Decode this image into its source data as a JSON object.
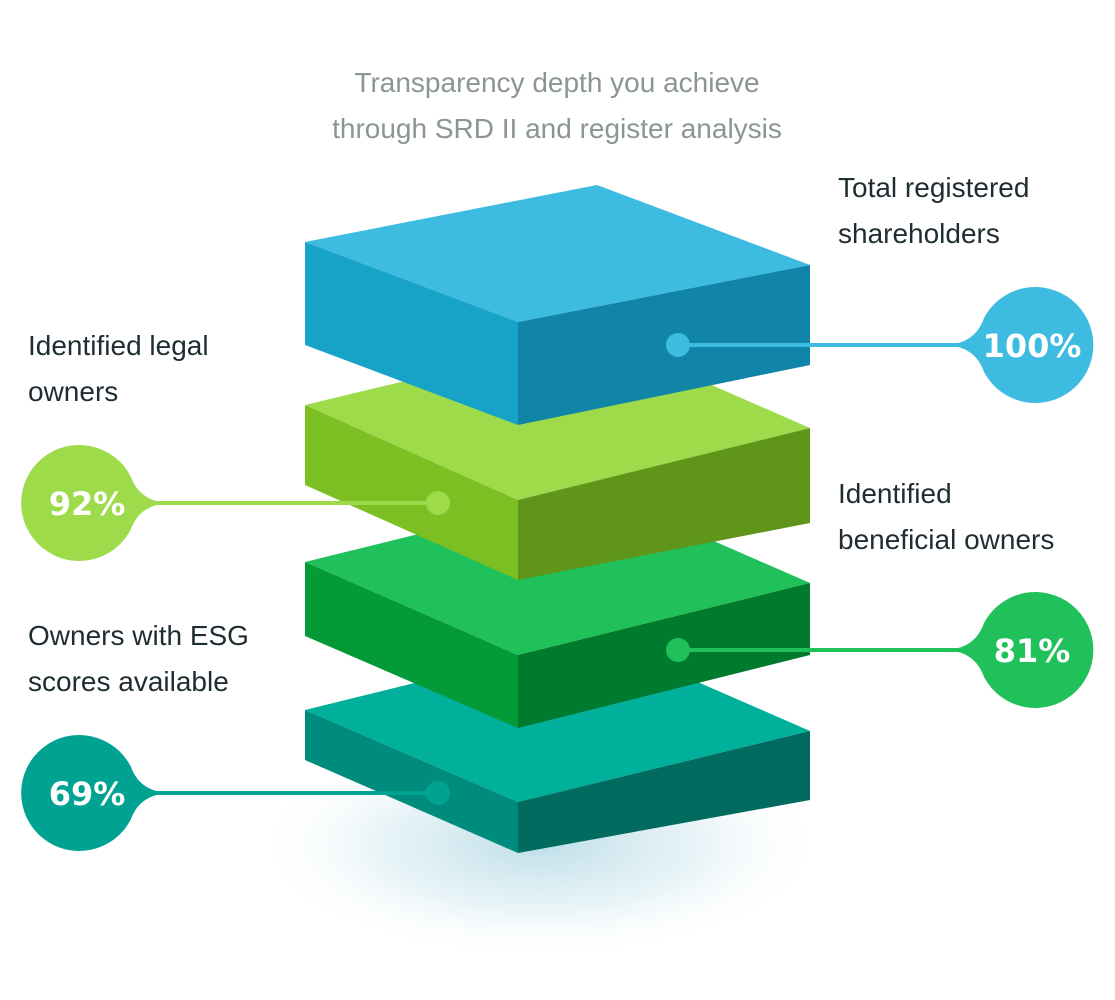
{
  "title": {
    "line1": "Transparency depth you achieve",
    "line2": "through SRD II and register analysis"
  },
  "layers": [
    {
      "label_line1": "Total registered",
      "label_line2": "shareholders",
      "value": "100%",
      "colors": {
        "top": "#3dbbe0",
        "left": "#17a3c8",
        "right": "#1185a8",
        "bubble": "#3dbbe0"
      }
    },
    {
      "label_line1": "Identified legal",
      "label_line2": "owners",
      "value": "92%",
      "colors": {
        "top": "#9ddb4a",
        "left": "#7bbf22",
        "right": "#5f961a",
        "bubble": "#9ddb4a"
      }
    },
    {
      "label_line1": "Identified",
      "label_line2": "beneficial owners",
      "value": "81%",
      "colors": {
        "top": "#20c05a",
        "left": "#049a38",
        "right": "#007a2c",
        "bubble": "#20c05a"
      }
    },
    {
      "label_line1": "Owners with ESG",
      "label_line2": "scores available",
      "value": "69%",
      "colors": {
        "top": "#00b09b",
        "left": "#008c7c",
        "right": "#006b5e",
        "bubble": "#00a392"
      }
    }
  ]
}
